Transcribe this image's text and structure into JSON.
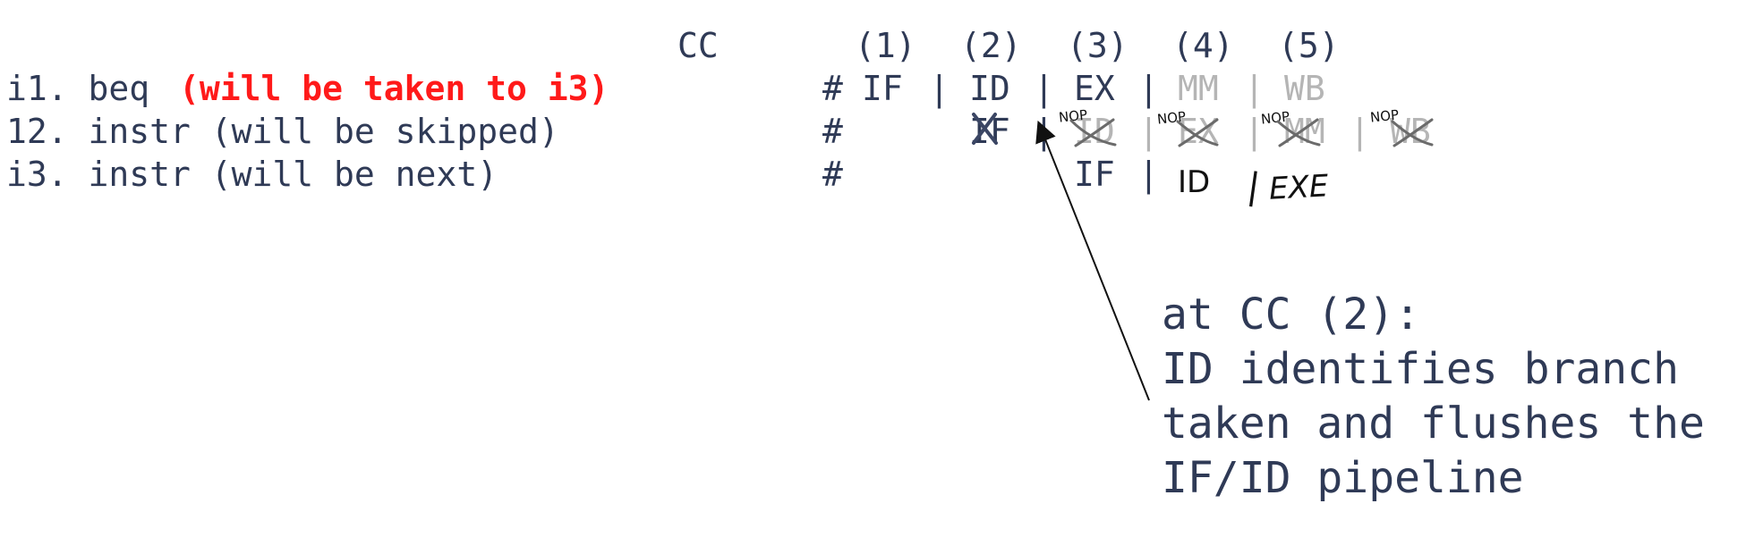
{
  "header": {
    "cc_label": "CC",
    "cycles": [
      "(1)",
      "(2)",
      "(3)",
      "(4)",
      "(5)"
    ]
  },
  "rows": [
    {
      "label": "i1. beq",
      "note": "(will be taken to i3)",
      "hash": "#",
      "stages": [
        "IF",
        "|",
        "ID",
        "|",
        "EX",
        "|",
        "MM",
        "|",
        "WB"
      ]
    },
    {
      "label": "12. instr (will be skipped)",
      "hash": "#",
      "stages": [
        "IF",
        "|",
        "ID",
        "|",
        "EX",
        "|",
        "MM",
        "|",
        "WB"
      ]
    },
    {
      "label": "i3. instr (will be next)",
      "hash": "#",
      "stages": [
        "IF",
        "|"
      ]
    }
  ],
  "handwriting": {
    "nop": "NOP",
    "stage_id": "ID",
    "bar": "|",
    "stage_exe": "EXE"
  },
  "annotation": {
    "lines": [
      "at CC (2):",
      "ID identifies branch",
      "taken and flushes the",
      "IF/ID pipeline"
    ]
  }
}
